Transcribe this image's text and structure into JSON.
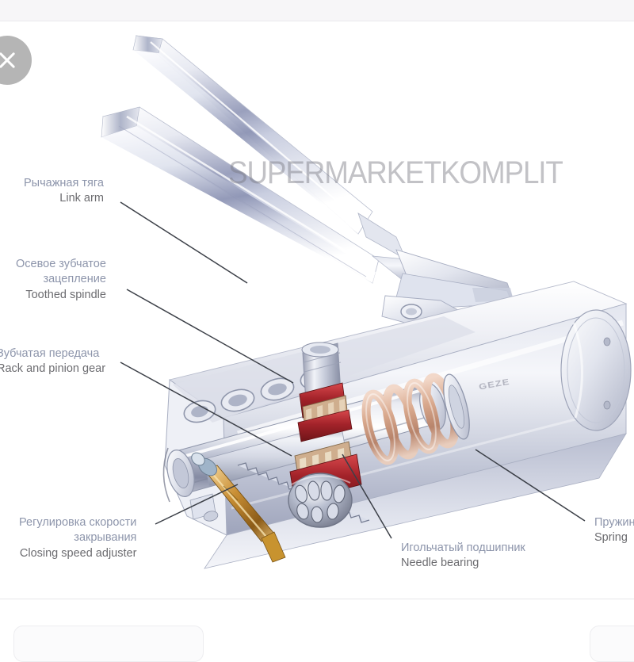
{
  "viewer": {
    "close_button": "close-icon",
    "background_color": "#ffffff",
    "top_strip_color": "#f7f6f8"
  },
  "image": {
    "subject": "Door closer cutaway diagram",
    "brand_logo": "GEZE",
    "watermark": "SUPERMARKETKOMPLIT",
    "ru_label_color": "#8d95ab",
    "en_label_color": "#6c6c70",
    "body_metal_color": "#c9ccd8",
    "spring_color": "#d4a58c",
    "seal_color": "#a8282c"
  },
  "callouts": [
    {
      "id": "link-arm",
      "ru": "Рычажная тяга",
      "en": "Link arm"
    },
    {
      "id": "toothed-spindle",
      "ru_line1": "Осевое зубчатое",
      "ru_line2": "зацепление",
      "en": "Toothed spindle"
    },
    {
      "id": "rack-and-pinion",
      "ru": "Зубчатая передача",
      "en": "Rack and pinion gear"
    },
    {
      "id": "closing-speed",
      "ru_line1": "Регулировка скорости",
      "ru_line2": "закрывания",
      "en": "Closing speed adjuster"
    },
    {
      "id": "needle-bearing",
      "ru": "Игольчатый подшипник",
      "en": "Needle bearing"
    },
    {
      "id": "spring",
      "ru": "Пружина",
      "en": "Spring"
    }
  ]
}
